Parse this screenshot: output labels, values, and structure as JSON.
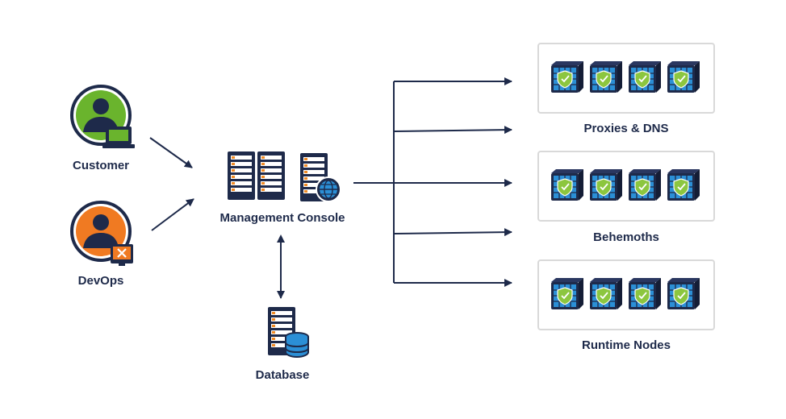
{
  "colors": {
    "navy": "#1e2a4a",
    "customer_green": "#6ab42d",
    "devops_orange": "#f07a22",
    "node_blue": "#2b8fd6",
    "shield_green": "#8cc63f",
    "server_orange": "#f08a24",
    "box_border": "#d9d9d9"
  },
  "actors": {
    "customer": {
      "label": "Customer",
      "avatar_icon": "user-avatar-icon",
      "device_icon": "laptop-icon"
    },
    "devops": {
      "label": "DevOps",
      "avatar_icon": "user-avatar-icon",
      "device_icon": "monitor-x-icon"
    }
  },
  "console": {
    "label": "Management Console",
    "icon": "server-rack-icon",
    "badge_icon": "globe-icon"
  },
  "database": {
    "label": "Database",
    "icon": "database-icon"
  },
  "clusters": [
    {
      "label": "Proxies & DNS",
      "node_count": 4,
      "node_icon": "shield-node-icon"
    },
    {
      "label": "Behemoths",
      "node_count": 4,
      "node_icon": "shield-node-icon"
    },
    {
      "label": "Runtime Nodes",
      "node_count": 4,
      "node_icon": "shield-node-icon"
    }
  ]
}
